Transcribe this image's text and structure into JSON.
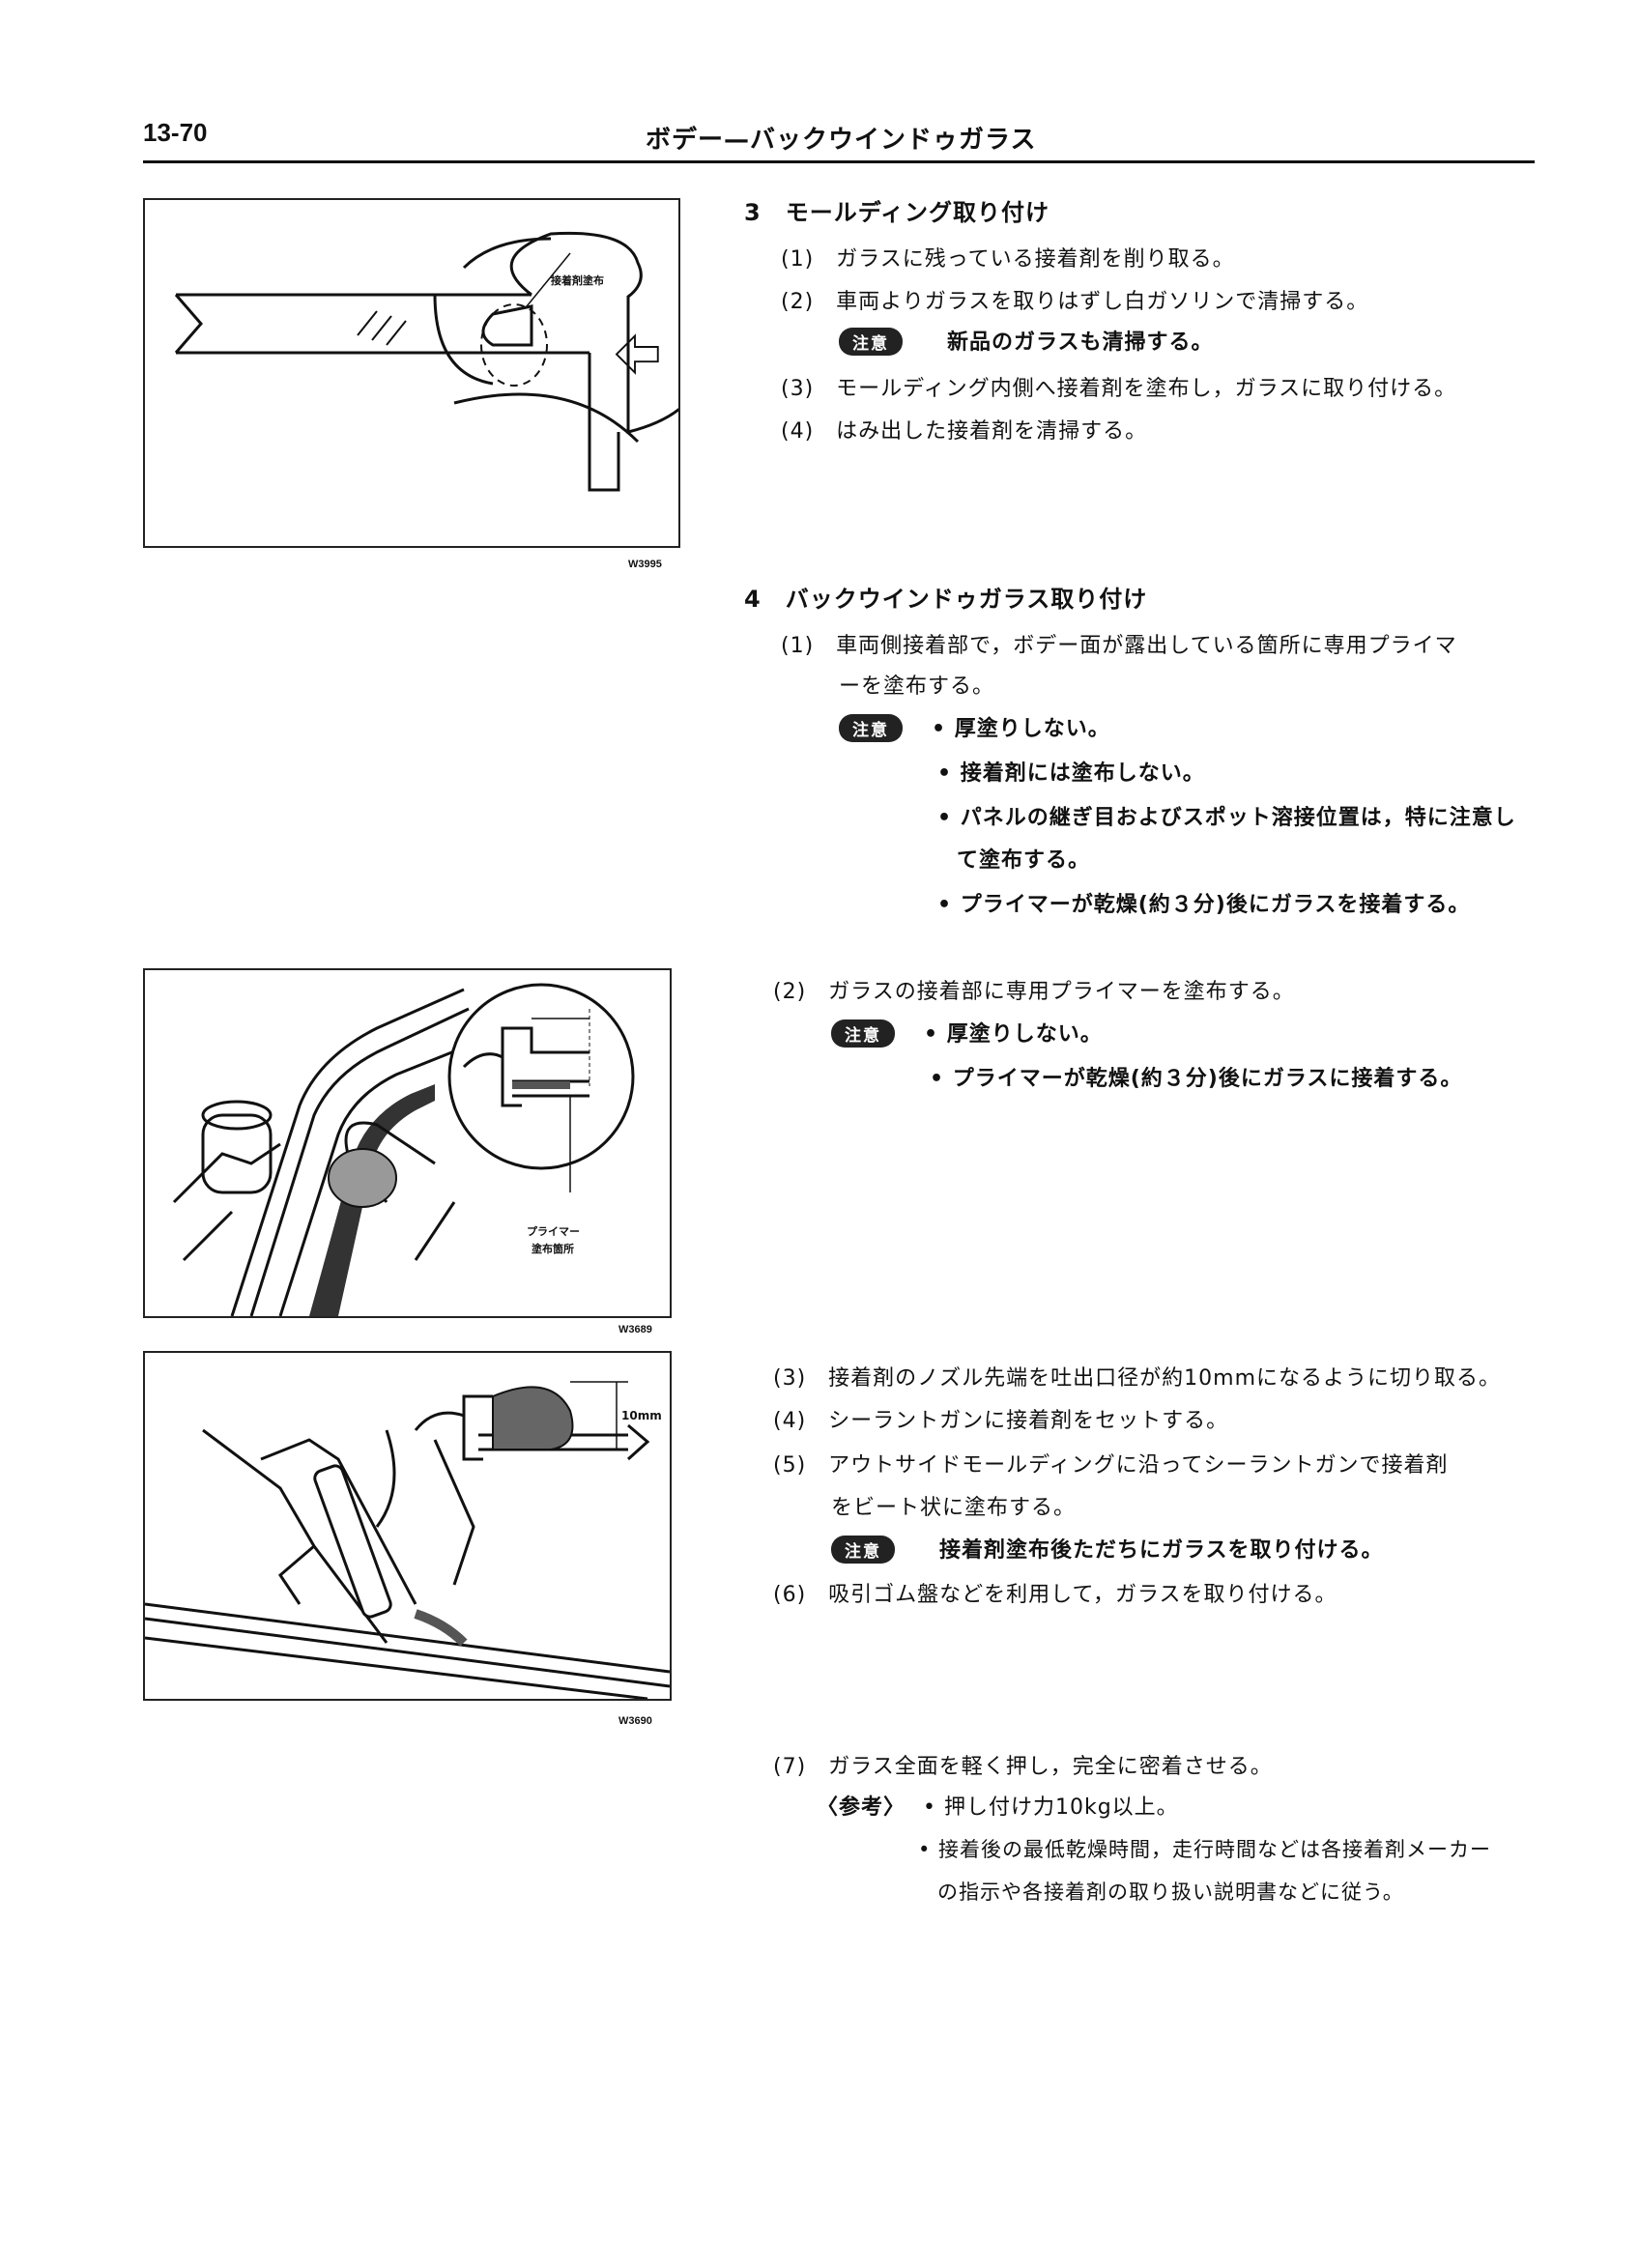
{
  "header": {
    "page_number": "13-70",
    "title": "ボデー—バックウインドゥガラス"
  },
  "figures": {
    "fig1": {
      "code": "W3995",
      "label": "接着剤塗布"
    },
    "fig2": {
      "code": "W3689",
      "label_line1": "プライマー",
      "label_line2": "塗布箇所"
    },
    "fig3": {
      "code": "W3690",
      "dim_label": "10mm"
    }
  },
  "section3": {
    "heading": "3　モールディング取り付け",
    "step1": "(1)　ガラスに残っている接着剤を削り取る。",
    "step2": "(2)　車両よりガラスを取りはずし白ガソリンで清掃する。",
    "note_badge": "注意",
    "note": "新品のガラスも清掃する。",
    "step3": "(3)　モールディング内側へ接着剤を塗布し，ガラスに取り付ける。",
    "step4": "(4)　はみ出した接着剤を清掃する。"
  },
  "section4": {
    "heading": "4　バックウインドゥガラス取り付け",
    "step1_line1": "(1)　車両側接着部で，ボデー面が露出している箇所に専用プライマ",
    "step1_line2": "ーを塗布する。",
    "note1_badge": "注意",
    "note1_items": [
      "• 厚塗りしない。",
      "• 接着剤には塗布しない。",
      "• パネルの継ぎ目およびスポット溶接位置は，特に注意し",
      "て塗布する。",
      "• プライマーが乾燥(約３分)後にガラスを接着する。"
    ],
    "step2": "(2)　ガラスの接着部に専用プライマーを塗布する。",
    "note2_badge": "注意",
    "note2_items": [
      "• 厚塗りしない。",
      "• プライマーが乾燥(約３分)後にガラスに接着する。"
    ],
    "step3": "(3)　接着剤のノズル先端を吐出口径が約10mmになるように切り取る。",
    "step4": "(4)　シーラントガンに接着剤をセットする。",
    "step5_line1": "(5)　アウトサイドモールディングに沿ってシーラントガンで接着剤",
    "step5_line2": "をビート状に塗布する。",
    "note3_badge": "注意",
    "note3": "接着剤塗布後ただちにガラスを取り付ける。",
    "step6": "(6)　吸引ゴム盤などを利用して，ガラスを取り付ける。",
    "step7": "(7)　ガラス全面を軽く押し，完全に密着させる。",
    "ref_label": "〈参考〉",
    "ref_items": [
      "• 押し付け力10kg以上。",
      "• 接着後の最低乾燥時間，走行時間などは各接着剤メーカー",
      "の指示や各接着剤の取り扱い説明書などに従う。"
    ]
  }
}
